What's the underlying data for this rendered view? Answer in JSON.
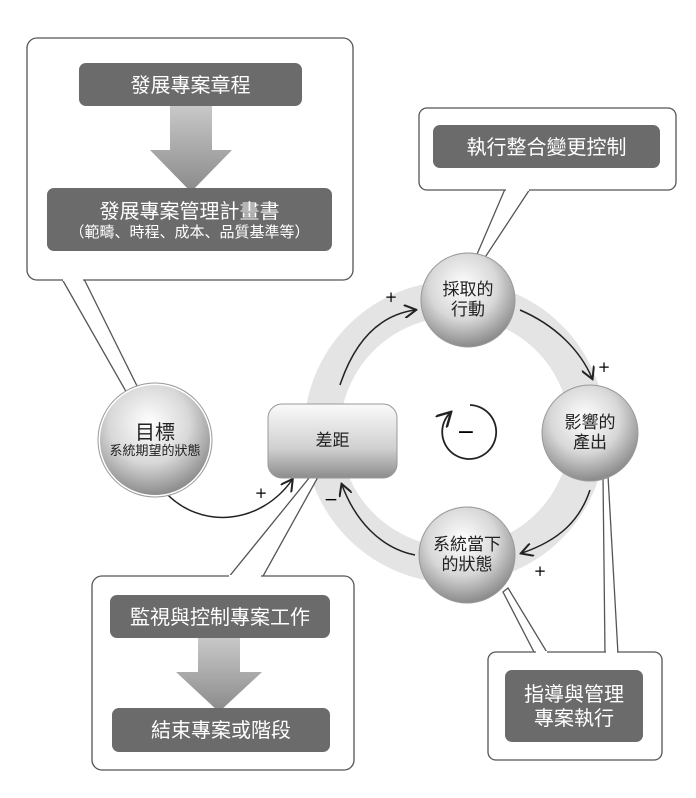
{
  "callouts": {
    "planning": {
      "step1": "發展專案章程",
      "step2": "發展專案管理計畫書",
      "step2_note": "（範疇、時程、成本、品質基準等）"
    },
    "executing_control": {
      "label": "執行整合變更控制"
    },
    "monitoring": {
      "step1": "監視與控制專案工作",
      "step2": "結束專案或階段"
    },
    "directing": {
      "line1": "指導與管理",
      "line2": "專案執行"
    }
  },
  "nodes": {
    "goal": {
      "title": "目標",
      "subtitle": "系統期望的狀態"
    },
    "gap": {
      "label": "差距"
    },
    "action": {
      "line1": "採取的",
      "line2": "行動"
    },
    "output": {
      "line1": "影響的",
      "line2": "產出"
    },
    "state": {
      "line1": "系統當下",
      "line2": "的狀態"
    }
  },
  "signs": {
    "goal_to_gap": "+",
    "gap_to_action": "+",
    "action_to_output": "+",
    "output_to_state": "+",
    "state_to_gap": "−",
    "loop": "−"
  },
  "colors": {
    "dark_box": "#6b6b6b",
    "ring": "#e4e4e4",
    "callout_border": "#555555"
  }
}
